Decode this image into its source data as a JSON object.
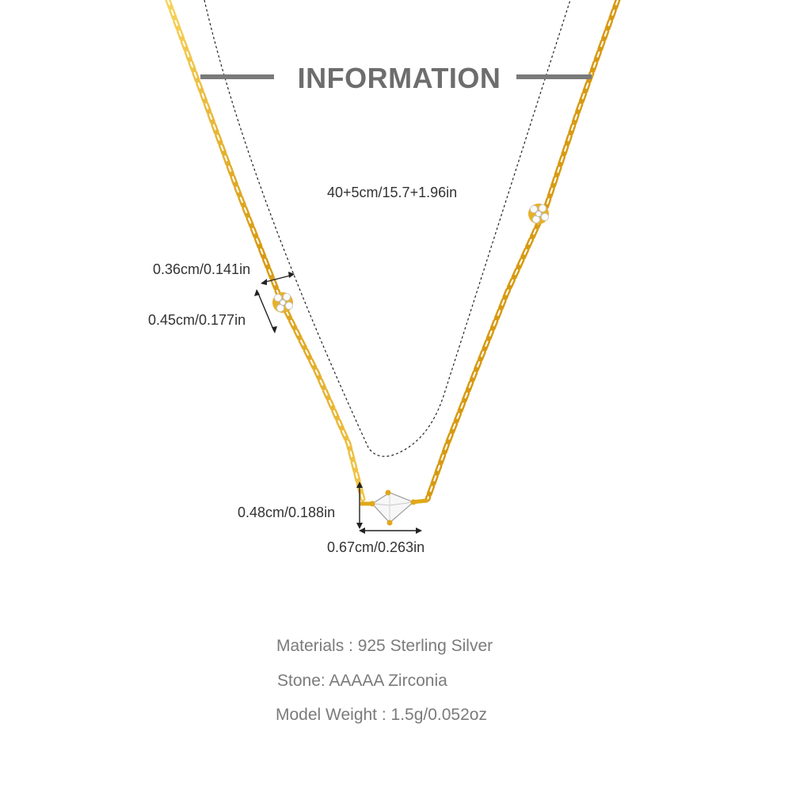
{
  "heading": "INFORMATION",
  "measurements": {
    "chain_length": "40+5cm/15.7+1.96in",
    "small_charm_width": "0.36cm/0.141in",
    "small_charm_height": "0.45cm/0.177in",
    "pendant_height": "0.48cm/0.188in",
    "pendant_width": "0.67cm/0.263in"
  },
  "specs": {
    "materials": "Materials : 925 Sterling Silver",
    "stone": "Stone: AAAAA Zirconia",
    "weight": "Model Weight : 1.5g/0.052oz"
  },
  "colors": {
    "gold_chain": "#e0a81a",
    "heading_gray": "#6d6d6d",
    "spec_gray": "#7b7b7b"
  }
}
